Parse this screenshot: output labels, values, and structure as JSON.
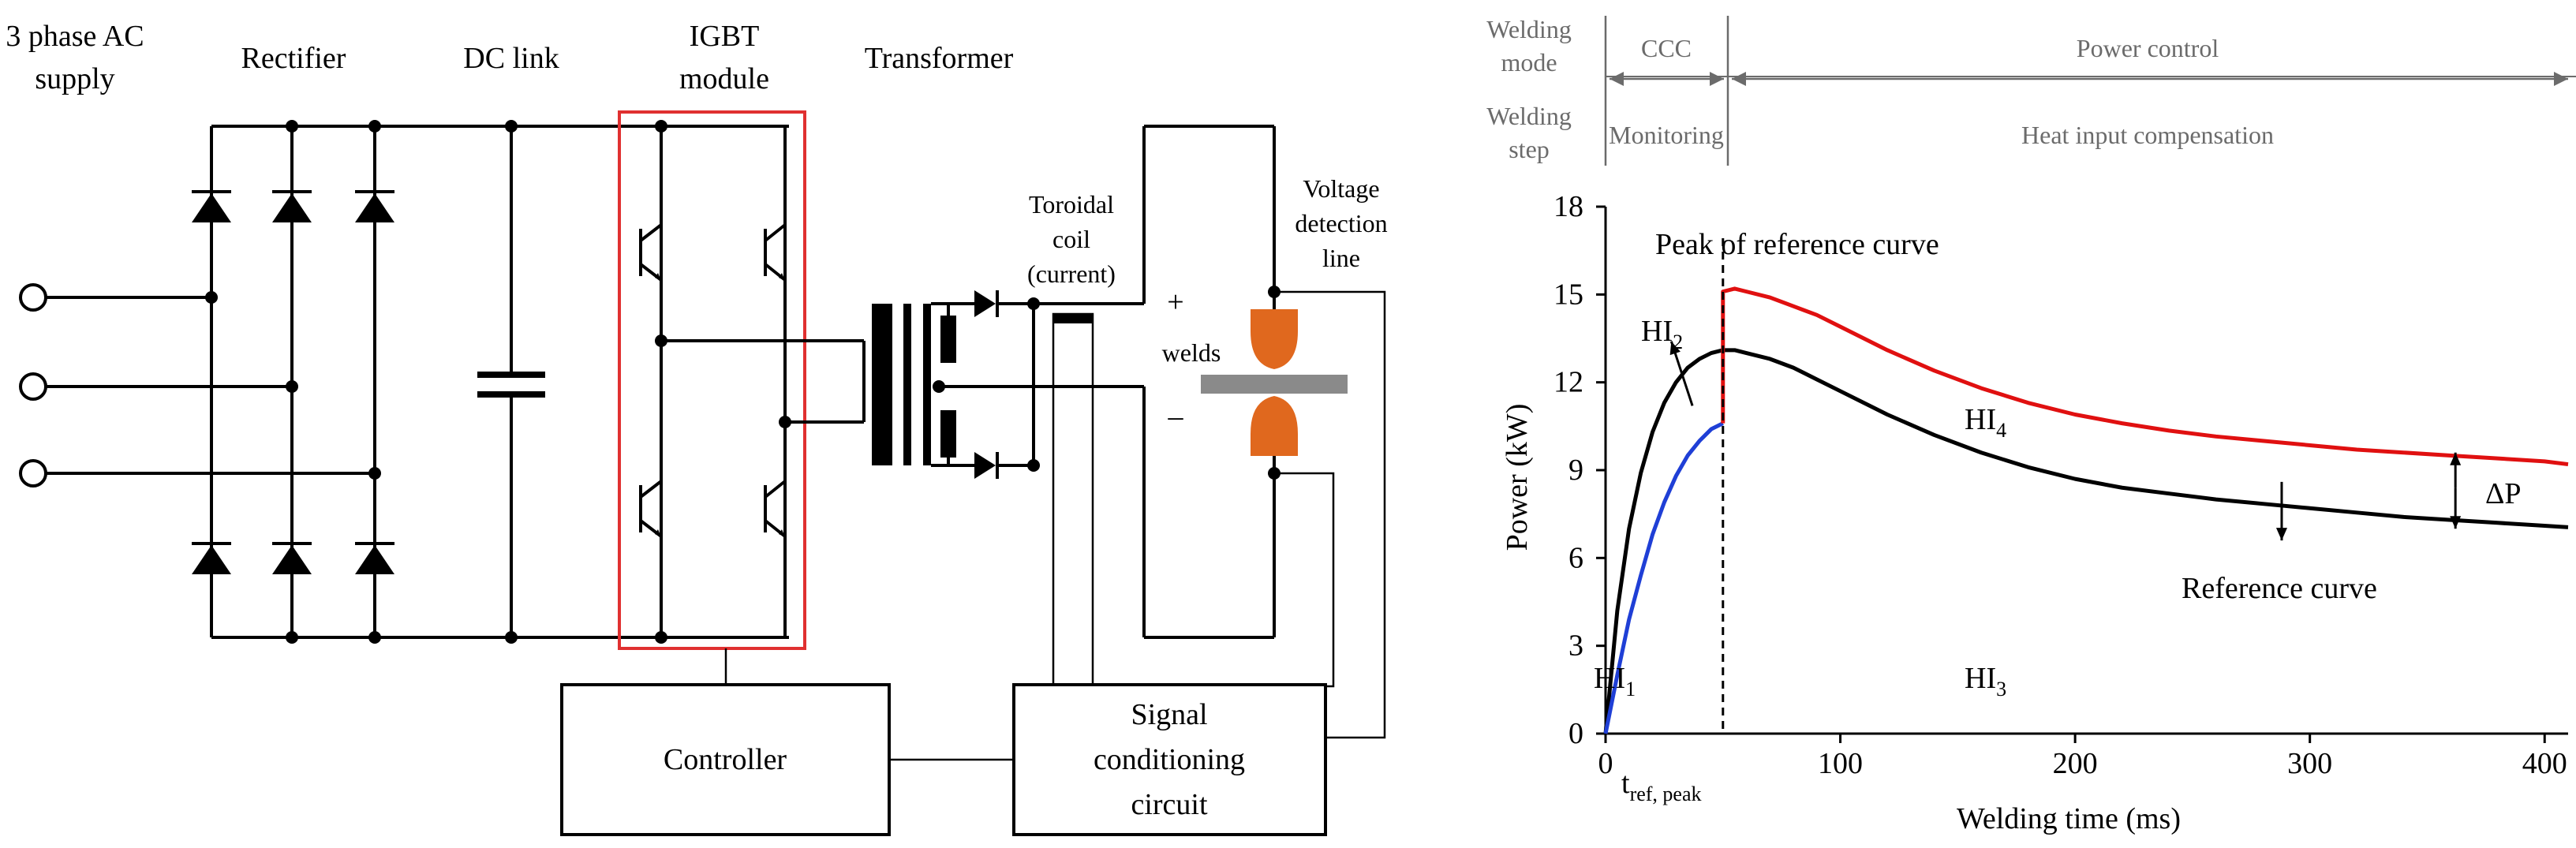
{
  "circuit": {
    "labels": {
      "supply_line1": "3 phase AC",
      "supply_line2": "supply",
      "rectifier": "Rectifier",
      "dc_link": "DC link",
      "igbt_line1": "IGBT",
      "igbt_line2": "module",
      "transformer": "Transformer",
      "toroidal_line1": "Toroidal",
      "toroidal_line2": "coil",
      "toroidal_line3": "(current)",
      "voltage_line1": "Voltage",
      "voltage_line2": "detection",
      "voltage_line3": "line",
      "plus": "+",
      "minus": "–",
      "welds": "welds",
      "controller": "Controller",
      "signal_line1": "Signal",
      "signal_line2": "conditioning",
      "signal_line3": "circuit"
    },
    "colors": {
      "igbt_box": "#e03030",
      "electrode": "#e0681e",
      "workpiece": "#8a8a8a"
    }
  },
  "timeline": {
    "mode_line1": "Welding",
    "mode_line2": "mode",
    "step_line1": "Welding",
    "step_line2": "step",
    "ccc": "CCC",
    "power_control": "Power control",
    "monitoring": "Monitoring",
    "heat_input": "Heat input compensation"
  },
  "chart_data": {
    "type": "line",
    "xlabel": "Welding time (ms)",
    "ylabel": "Power (kW)",
    "xlim": [
      0,
      410
    ],
    "ylim": [
      0,
      18
    ],
    "xticks": [
      "0",
      "100",
      "200",
      "300",
      "400"
    ],
    "xtick_values": [
      0,
      100,
      200,
      300,
      400
    ],
    "yticks": [
      "0",
      "3",
      "6",
      "9",
      "12",
      "15",
      "18"
    ],
    "ytick_values": [
      0,
      3,
      6,
      9,
      12,
      15,
      18
    ],
    "t_ref_peak_label_main": "t",
    "t_ref_peak_label_sub": "ref, peak",
    "t_ref_peak": 50,
    "series": [
      {
        "color": "#000000",
        "x": [
          0,
          5,
          10,
          15,
          20,
          25,
          30,
          35,
          40,
          45,
          50,
          55,
          60,
          70,
          80,
          90,
          100,
          120,
          140,
          160,
          180,
          200,
          220,
          240,
          260,
          280,
          300,
          320,
          340,
          360,
          380,
          400,
          410
        ],
        "y": [
          0,
          4.2,
          7.0,
          8.9,
          10.3,
          11.3,
          12.0,
          12.5,
          12.8,
          13.0,
          13.1,
          13.1,
          13.0,
          12.8,
          12.5,
          12.1,
          11.7,
          10.9,
          10.2,
          9.6,
          9.1,
          8.7,
          8.4,
          8.2,
          8.0,
          7.85,
          7.7,
          7.55,
          7.4,
          7.3,
          7.2,
          7.1,
          7.05
        ]
      },
      {
        "color": "#1f3fd6",
        "x": [
          0,
          5,
          10,
          15,
          20,
          25,
          30,
          35,
          40,
          45,
          50
        ],
        "y": [
          0,
          2.0,
          3.9,
          5.4,
          6.8,
          7.9,
          8.8,
          9.5,
          10.0,
          10.4,
          10.6
        ]
      },
      {
        "color": "#e01010",
        "x": [
          50,
          50,
          55,
          60,
          70,
          80,
          90,
          100,
          120,
          140,
          160,
          180,
          200,
          220,
          240,
          260,
          280,
          300,
          320,
          340,
          360,
          380,
          400,
          410
        ],
        "y": [
          10.6,
          15.1,
          15.2,
          15.1,
          14.9,
          14.6,
          14.3,
          13.9,
          13.1,
          12.4,
          11.8,
          11.3,
          10.9,
          10.6,
          10.35,
          10.15,
          10.0,
          9.85,
          9.7,
          9.6,
          9.5,
          9.4,
          9.3,
          9.2
        ]
      }
    ],
    "annotations": {
      "peak_label": "Peak of reference curve",
      "hi1": "HI",
      "hi1_sub": "1",
      "hi2": "HI",
      "hi2_sub": "2",
      "hi3": "HI",
      "hi3_sub": "3",
      "hi4": "HI",
      "hi4_sub": "4",
      "delta_p": "ΔP",
      "reference_curve": "Reference curve"
    }
  }
}
